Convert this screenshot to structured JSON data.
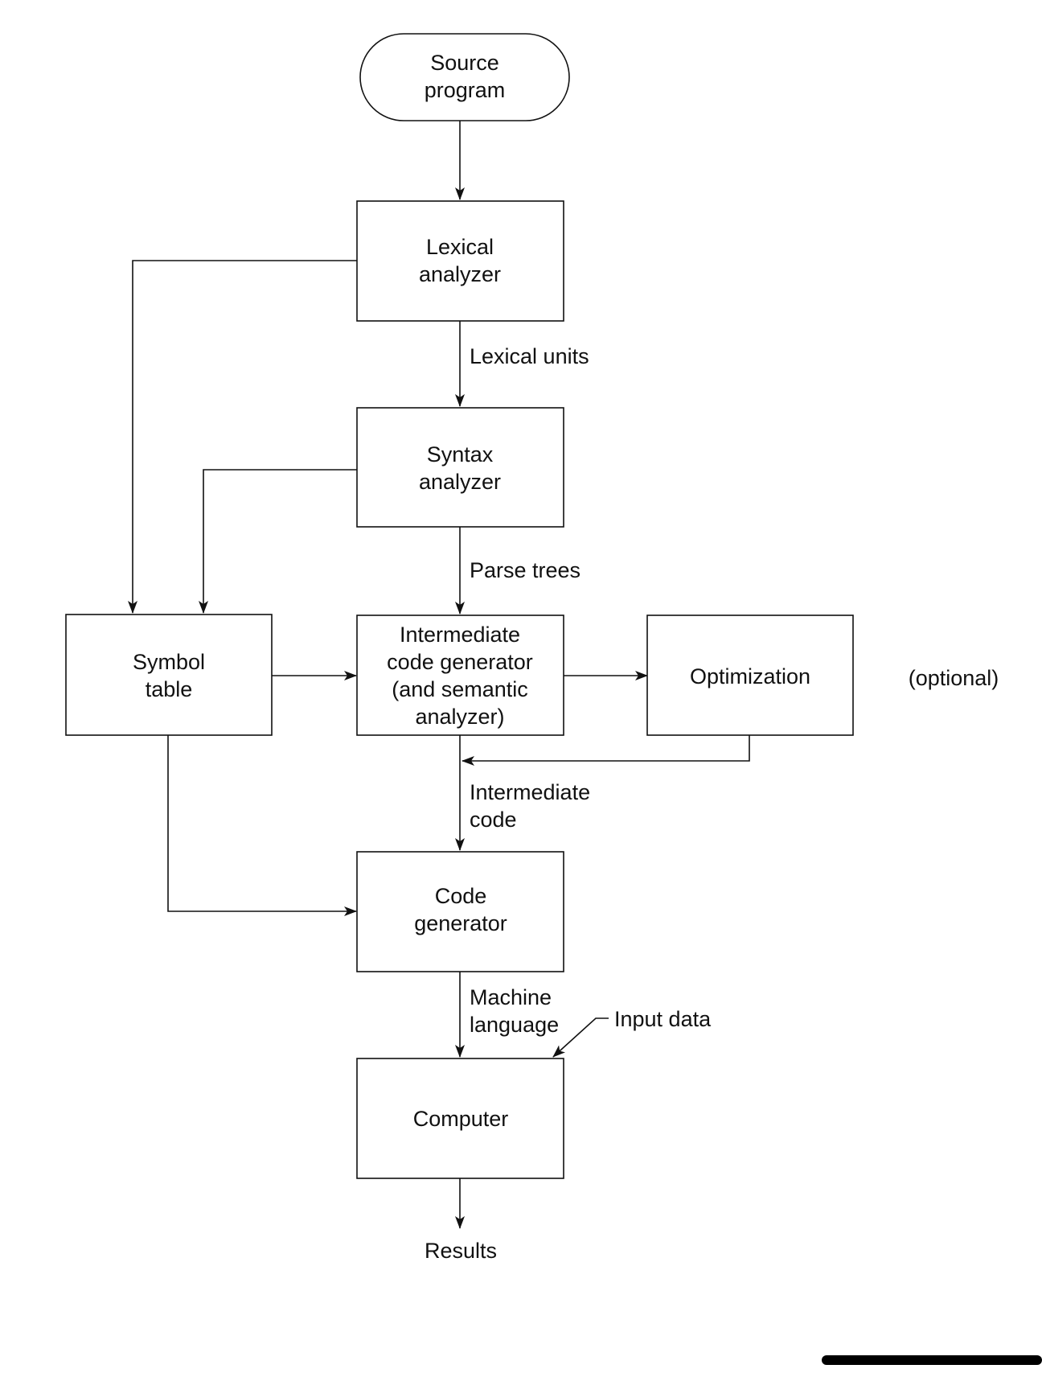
{
  "nodes": {
    "source_program": {
      "line1": "Source",
      "line2": "program"
    },
    "lexical_analyzer": {
      "line1": "Lexical",
      "line2": "analyzer"
    },
    "syntax_analyzer": {
      "line1": "Syntax",
      "line2": "analyzer"
    },
    "symbol_table": {
      "line1": "Symbol",
      "line2": "table"
    },
    "intermediate_code_generator": {
      "line1": "Intermediate",
      "line2": "code generator",
      "line3": "(and semantic",
      "line4": "analyzer)"
    },
    "optimization": {
      "label": "Optimization"
    },
    "code_generator": {
      "line1": "Code",
      "line2": "generator"
    },
    "computer": {
      "label": "Computer"
    },
    "results": {
      "label": "Results"
    }
  },
  "annotations": {
    "optional": "(optional)",
    "input_data": "Input data"
  },
  "edge_labels": {
    "lexical_units": "Lexical units",
    "parse_trees": "Parse trees",
    "intermediate_code": {
      "line1": "Intermediate",
      "line2": "code"
    },
    "machine_language": {
      "line1": "Machine",
      "line2": "language"
    }
  }
}
